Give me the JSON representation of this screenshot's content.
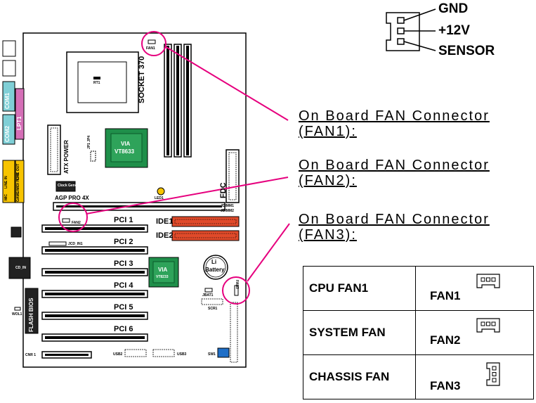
{
  "connector_pins": {
    "gnd": "GND",
    "v12": "+12V",
    "sensor": "SENSOR"
  },
  "captions": {
    "fan1": {
      "line1": "On Board FAN Connector",
      "line2": "(FAN1):"
    },
    "fan2": {
      "line1": "On Board FAN Connector",
      "line2": "(FAN2):"
    },
    "fan3": {
      "line1": "On Board FAN Connector",
      "line2": "(FAN3):"
    }
  },
  "fan_table": [
    {
      "name": "CPU FAN1",
      "code": "FAN1"
    },
    {
      "name": "SYSTEM FAN",
      "code": "FAN2"
    },
    {
      "name": "CHASSIS FAN",
      "code": "FAN3"
    }
  ],
  "board": {
    "socket": "SOCKET 370",
    "rt1": "RT1",
    "fan1": "FAN1",
    "fan2": "FAN2",
    "fan3": "FAN3",
    "chip_north": "VIA",
    "chip_north_model": "VT8633",
    "chip_south": "VIA",
    "chip_south_model": "VT8233",
    "atx": "ATX POWER",
    "agp": "AGP PRO 4X",
    "led1": "LED1",
    "fdc": "FDC",
    "ide1": "IDE1",
    "ide2": "IDE2",
    "pci": [
      "PCI 1",
      "PCI 2",
      "PCI 3",
      "PCI 4",
      "PCI 5",
      "PCI 6"
    ],
    "battery_1": "Li",
    "battery_2": "Battery",
    "flash": "FLASH BIOS",
    "com1": "COM1",
    "com2": "COM2",
    "lpt1": "LPT1",
    "line_out": "LINE OUT",
    "line_in": "LINE IN",
    "mic": "MIC",
    "game": "GAME/MIDI PORT",
    "cnr1": "CNR 1",
    "usb2": "USB2",
    "usb3": "USB3",
    "sw1": "SW1",
    "scr1": "SCR1",
    "wol1": "WOL1",
    "jcd": "JCD_IN1",
    "jdimm1": "JDIMM1",
    "jdimm2": "JDIMM2",
    "jbat1": "JBAT1",
    "clock": "Clock Generator",
    "cd_in": "CD_IN",
    "jp": "JP1 JP4"
  },
  "colors": {
    "magenta": "#e6007e",
    "com_cyan": "#7fcfd6",
    "lpt_magenta": "#d56fb7",
    "audio_yellow": "#f7c400",
    "ide_red": "#e04a2a",
    "chip_green": "#1f8f4a"
  }
}
